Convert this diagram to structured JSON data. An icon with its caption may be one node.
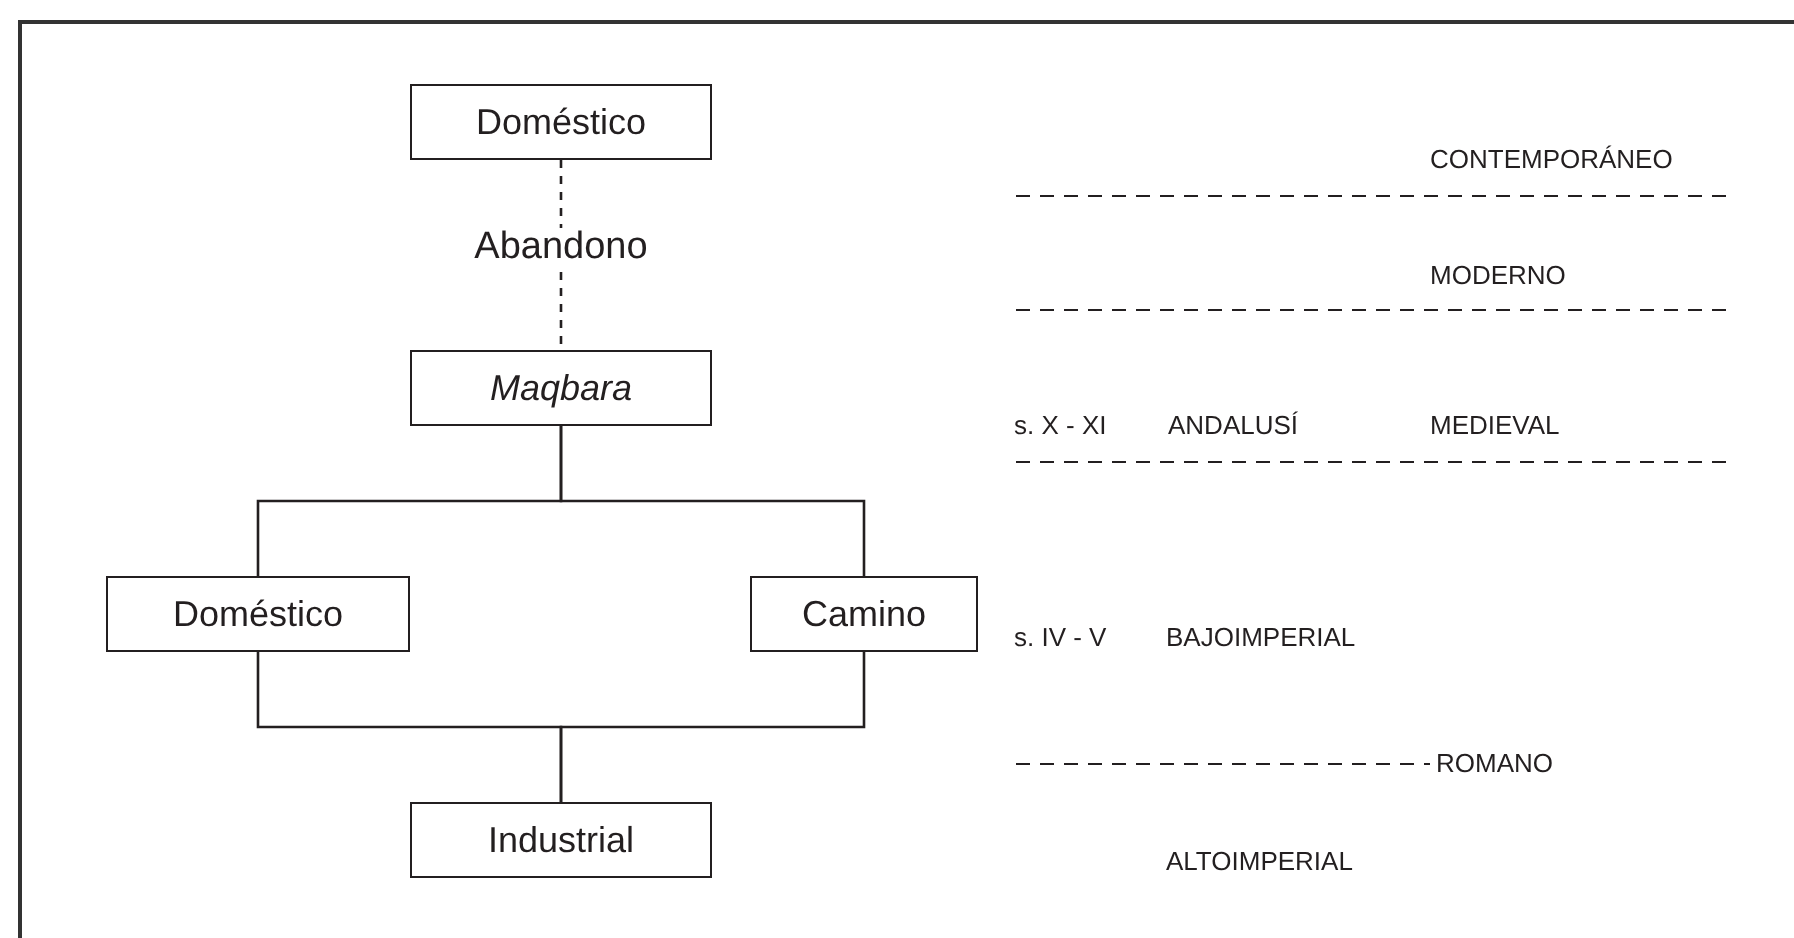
{
  "diagram": {
    "nodes": [
      {
        "text": [
          "Doméstico"
        ]
      },
      {
        "text": [
          "Maqbara"
        ]
      },
      {
        "text": [
          "Doméstico"
        ]
      },
      {
        "text": [
          "Camino"
        ]
      },
      {
        "text": [
          "Industrial"
        ]
      }
    ],
    "edges": [
      {
        "from": 0,
        "to": 1,
        "arrow": "none",
        "style": "dashed",
        "label": "Abandono"
      },
      {
        "from": 1,
        "to": 2,
        "arrow": "none"
      },
      {
        "from": 1,
        "to": 3,
        "arrow": "none"
      },
      {
        "from": 2,
        "to": 4,
        "arrow": "none"
      },
      {
        "from": 3,
        "to": 4,
        "arrow": "none"
      }
    ],
    "labels": [
      "CONTEMPORÁNEO",
      "MODERNO",
      "s. X - XI",
      "ANDALUSÍ",
      "MEDIEVAL",
      "s. IV - V",
      "BAJOIMPERIAL",
      "ROMANO",
      "ALTOIMPERIAL"
    ]
  }
}
